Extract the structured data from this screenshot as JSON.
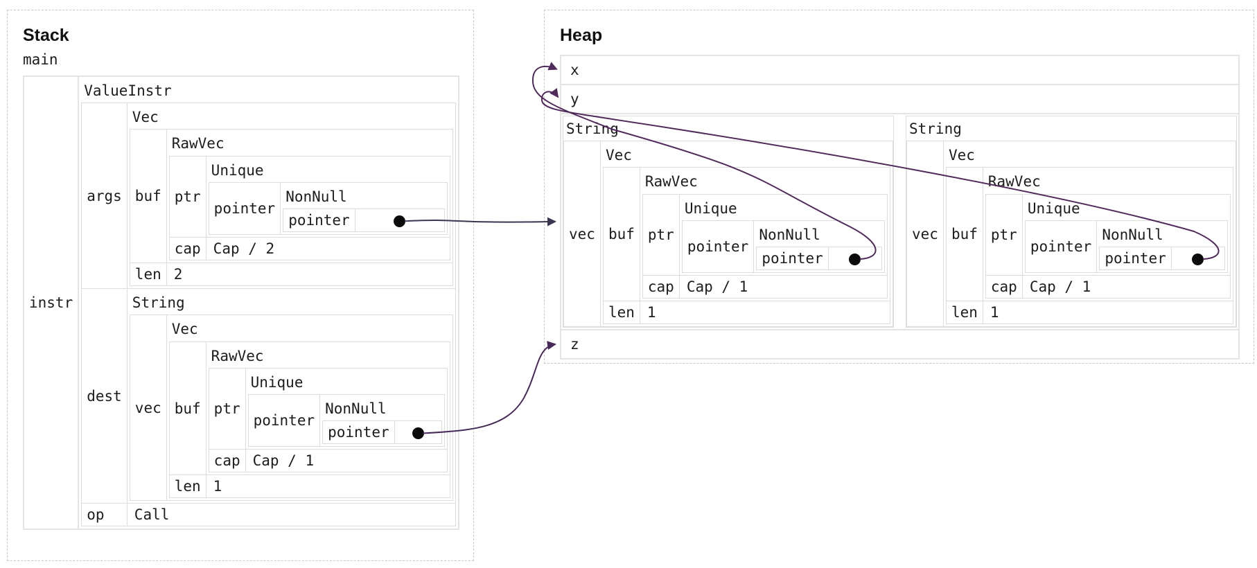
{
  "stack": {
    "title": "Stack",
    "frame_label": "main",
    "rows": [
      {
        "name": "instr",
        "value": {
          "kind": "struct",
          "name": "ValueInstr",
          "fields": [
            {
              "name": "args",
              "value": {
                "kind": "struct",
                "name": "Vec",
                "fields": [
                  {
                    "name": "buf",
                    "value": {
                      "kind": "struct",
                      "name": "RawVec",
                      "fields": [
                        {
                          "name": "ptr",
                          "value": {
                            "kind": "struct",
                            "name": "Unique",
                            "fields": [
                              {
                                "name": "pointer",
                                "value": {
                                  "kind": "struct",
                                  "name": "NonNull",
                                  "fields": [
                                    {
                                      "name": "pointer",
                                      "value": {
                                        "kind": "ptr",
                                        "id": "stack-args-ptr"
                                      }
                                    }
                                  ]
                                }
                              }
                            ]
                          }
                        },
                        {
                          "name": "cap",
                          "value": {
                            "kind": "text",
                            "text": "Cap / 2"
                          }
                        }
                      ]
                    }
                  },
                  {
                    "name": "len",
                    "value": {
                      "kind": "text",
                      "text": "2"
                    }
                  }
                ]
              }
            },
            {
              "name": "dest",
              "value": {
                "kind": "struct",
                "name": "String",
                "fields": [
                  {
                    "name": "vec",
                    "value": {
                      "kind": "struct",
                      "name": "Vec",
                      "fields": [
                        {
                          "name": "buf",
                          "value": {
                            "kind": "struct",
                            "name": "RawVec",
                            "fields": [
                              {
                                "name": "ptr",
                                "value": {
                                  "kind": "struct",
                                  "name": "Unique",
                                  "fields": [
                                    {
                                      "name": "pointer",
                                      "value": {
                                        "kind": "struct",
                                        "name": "NonNull",
                                        "fields": [
                                          {
                                            "name": "pointer",
                                            "value": {
                                              "kind": "ptr",
                                              "id": "stack-dest-ptr"
                                            }
                                          }
                                        ]
                                      }
                                    }
                                  ]
                                }
                              },
                              {
                                "name": "cap",
                                "value": {
                                  "kind": "text",
                                  "text": "Cap / 1"
                                }
                              }
                            ]
                          }
                        },
                        {
                          "name": "len",
                          "value": {
                            "kind": "text",
                            "text": "1"
                          }
                        }
                      ]
                    }
                  }
                ]
              }
            },
            {
              "name": "op",
              "value": {
                "kind": "text",
                "text": "Call"
              }
            }
          ]
        }
      }
    ]
  },
  "heap": {
    "title": "Heap",
    "rows": [
      {
        "kind": "label",
        "id": "heap-x",
        "text": "x"
      },
      {
        "kind": "label",
        "id": "heap-y",
        "text": "y"
      },
      {
        "kind": "structs",
        "id": "heap-strings",
        "items": [
          {
            "kind": "struct",
            "name": "String",
            "fields": [
              {
                "name": "vec",
                "value": {
                  "kind": "struct",
                  "name": "Vec",
                  "fields": [
                    {
                      "name": "buf",
                      "value": {
                        "kind": "struct",
                        "name": "RawVec",
                        "fields": [
                          {
                            "name": "ptr",
                            "value": {
                              "kind": "struct",
                              "name": "Unique",
                              "fields": [
                                {
                                  "name": "pointer",
                                  "value": {
                                    "kind": "struct",
                                    "name": "NonNull",
                                    "fields": [
                                      {
                                        "name": "pointer",
                                        "value": {
                                          "kind": "ptr",
                                          "id": "heap-string0-ptr"
                                        }
                                      }
                                    ]
                                  }
                                }
                              ]
                            }
                          },
                          {
                            "name": "cap",
                            "value": {
                              "kind": "text",
                              "text": "Cap / 1"
                            }
                          }
                        ]
                      }
                    },
                    {
                      "name": "len",
                      "value": {
                        "kind": "text",
                        "text": "1"
                      }
                    }
                  ]
                }
              }
            ]
          },
          {
            "kind": "struct",
            "name": "String",
            "fields": [
              {
                "name": "vec",
                "value": {
                  "kind": "struct",
                  "name": "Vec",
                  "fields": [
                    {
                      "name": "buf",
                      "value": {
                        "kind": "struct",
                        "name": "RawVec",
                        "fields": [
                          {
                            "name": "ptr",
                            "value": {
                              "kind": "struct",
                              "name": "Unique",
                              "fields": [
                                {
                                  "name": "pointer",
                                  "value": {
                                    "kind": "struct",
                                    "name": "NonNull",
                                    "fields": [
                                      {
                                        "name": "pointer",
                                        "value": {
                                          "kind": "ptr",
                                          "id": "heap-string1-ptr"
                                        }
                                      }
                                    ]
                                  }
                                }
                              ]
                            }
                          },
                          {
                            "name": "cap",
                            "value": {
                              "kind": "text",
                              "text": "Cap / 1"
                            }
                          }
                        ]
                      }
                    },
                    {
                      "name": "len",
                      "value": {
                        "kind": "text",
                        "text": "1"
                      }
                    }
                  ]
                }
              }
            ]
          }
        ]
      },
      {
        "kind": "label",
        "id": "heap-z",
        "text": "z"
      }
    ]
  },
  "arrows": [
    {
      "from": "stack-args-ptr",
      "to": "heap-strings",
      "style": "straight",
      "color": "#3a3550"
    },
    {
      "from": "stack-dest-ptr",
      "to": "heap-z",
      "style": "scurve",
      "color": "#462958"
    },
    {
      "from": "heap-string0-ptr",
      "to": "heap-x",
      "style": "loop-big",
      "color": "#512a5c"
    },
    {
      "from": "heap-string1-ptr",
      "to": "heap-y",
      "style": "loop-small",
      "color": "#512a5c"
    }
  ]
}
